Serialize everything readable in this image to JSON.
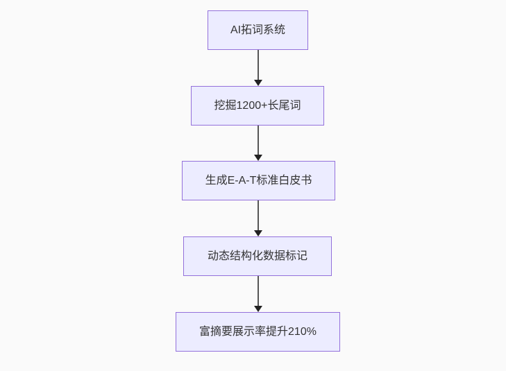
{
  "page": {
    "background": "#fafafa"
  },
  "flowchart": {
    "type": "flowchart",
    "direction": "top-down",
    "colors": {
      "node_fill": "#ECECFF",
      "node_border": "#9370DB",
      "text": "#333333",
      "arrow_line": "#555555",
      "arrowhead": "#222222"
    },
    "nodes": [
      {
        "id": "n1",
        "label": "AI拓词系统"
      },
      {
        "id": "n2",
        "label": "挖掘1200+长尾词"
      },
      {
        "id": "n3",
        "label": "生成E-A-T标准白皮书"
      },
      {
        "id": "n4",
        "label": "动态结构化数据标记"
      },
      {
        "id": "n5",
        "label": "富摘要展示率提升210%"
      }
    ],
    "edges": [
      {
        "from": "n1",
        "to": "n2"
      },
      {
        "from": "n2",
        "to": "n3"
      },
      {
        "from": "n3",
        "to": "n4"
      },
      {
        "from": "n4",
        "to": "n5"
      }
    ]
  }
}
